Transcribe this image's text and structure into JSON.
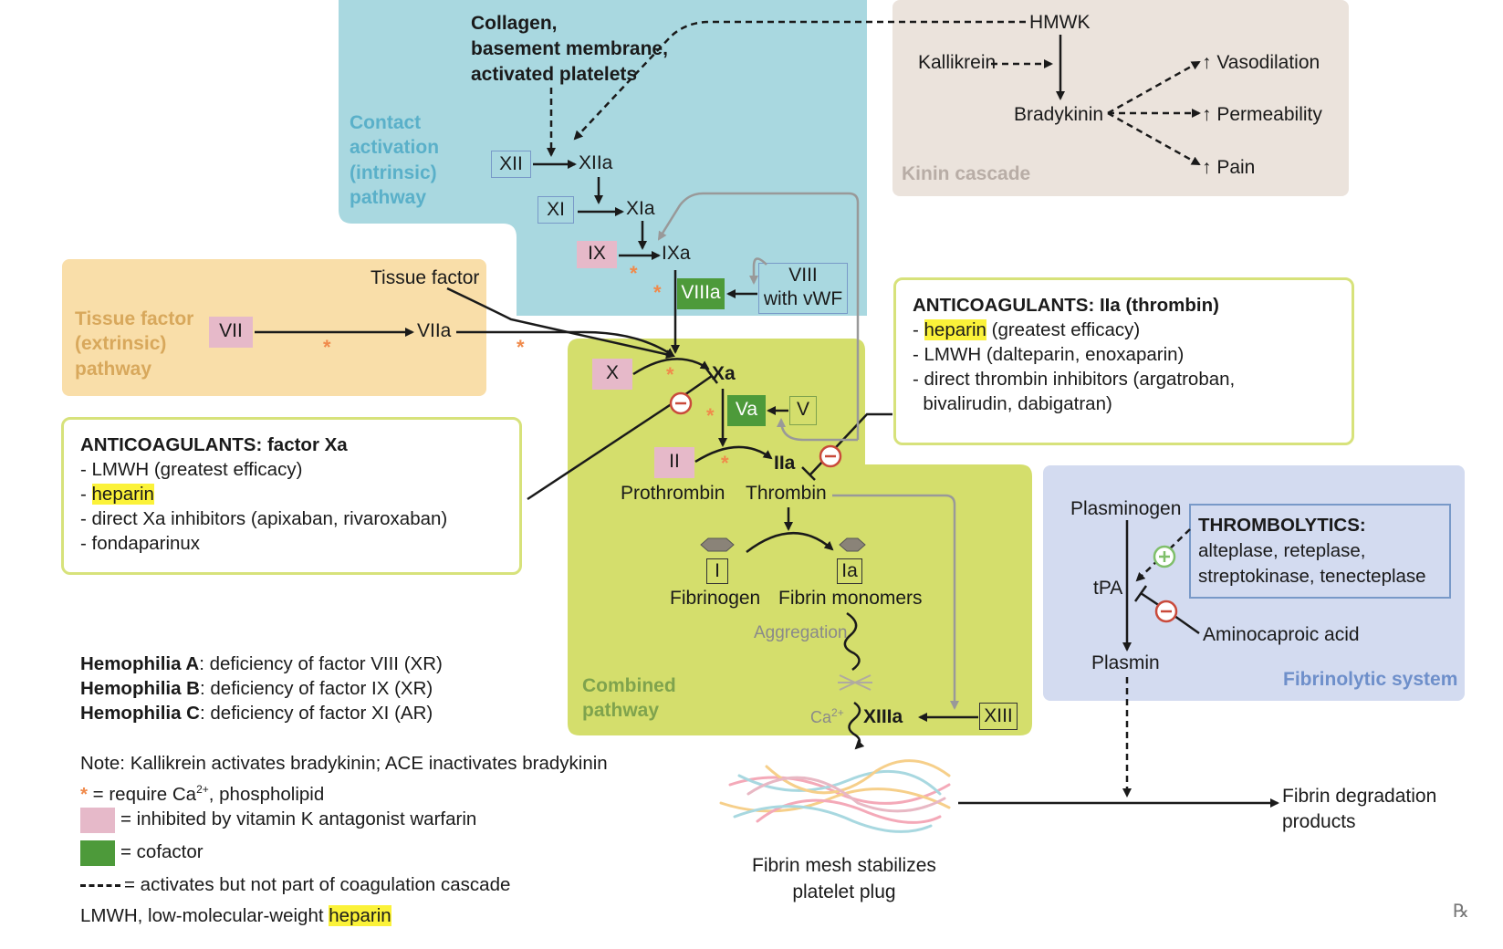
{
  "contact": {
    "title": "Contact\nactivation\n(intrinsic)\npathway",
    "trigger": "Collagen,\nbasement membrane,\nactivated platelets",
    "xii": "XII",
    "xiia": "XIIa",
    "xi": "XI",
    "xia": "XIa",
    "ix": "IX",
    "ixa": "IXa",
    "viiia": "VIIIa",
    "viii": "VIII\nwith vWF"
  },
  "kinin": {
    "title": "Kinin cascade",
    "hmwk": "HMWK",
    "kallikrein": "Kallikrein",
    "bradykinin": "Bradykinin",
    "vasodilation": "↑ Vasodilation",
    "permeability": "↑ Permeability",
    "pain": "↑ Pain"
  },
  "extrinsic": {
    "title": "Tissue factor\n(extrinsic)\npathway",
    "tissue_factor": "Tissue factor",
    "vii": "VII",
    "viia": "VIIa"
  },
  "combined": {
    "title": "Combined\npathway",
    "x": "X",
    "xa": "Xa",
    "va": "Va",
    "v": "V",
    "ii": "II",
    "iia": "IIa",
    "prothrombin": "Prothrombin",
    "thrombin": "Thrombin",
    "i": "I",
    "ia": "Ia",
    "fibrinogen": "Fibrinogen",
    "fibrin_monomers": "Fibrin monomers",
    "aggregation": "Aggregation",
    "ca": "Ca",
    "ca_sup": "2+",
    "xiiia": "XIIIa",
    "xiii": "XIII"
  },
  "anticoag_xa": {
    "title": "ANTICOAGULANTS: factor Xa",
    "items": [
      "- LMWH (greatest efficacy)",
      "- ",
      "heparin",
      "- direct Xa inhibitors (apixaban, rivaroxaban)",
      "- fondaparinux"
    ]
  },
  "anticoag_iia": {
    "title": "ANTICOAGULANTS: IIa (thrombin)",
    "dash": "- ",
    "heparin": "heparin",
    "heparin_rest": " (greatest efficacy)",
    "items": [
      "- LMWH (dalteparin, enoxaparin)",
      "- direct thrombin inhibitors (argatroban,",
      "  bivalirudin, dabigatran)"
    ]
  },
  "fibrinolytic": {
    "title": "Fibrinolytic system",
    "plasminogen": "Plasminogen",
    "tpa": "tPA",
    "plasmin": "Plasmin",
    "thrombolytics_title": "THROMBOLYTICS:",
    "thrombolytics": [
      "alteplase, reteplase,",
      "streptokinase, tenecteplase"
    ],
    "aminocaproic": "Aminocaproic acid",
    "degradation": "Fibrin degradation\nproducts"
  },
  "mesh": {
    "label": "Fibrin mesh stabilizes\nplatelet plug"
  },
  "hemophilia": [
    {
      "name": "Hemophilia A",
      "desc": ": deficiency of factor VIII (XR)"
    },
    {
      "name": "Hemophilia B",
      "desc": ": deficiency of factor IX (XR)"
    },
    {
      "name": "Hemophilia C",
      "desc": ": deficiency of factor XI (AR)"
    }
  ],
  "legend": {
    "note": "Note: Kallikrein activates bradykinin; ACE inactivates bradykinin",
    "star": "*",
    "ca_text": " = require Ca",
    "ca_sup": "2+",
    "ca_rest": ", phospholipid",
    "pink": "= inhibited by vitamin K antagonist warfarin",
    "green": "= cofactor",
    "dashed": "= activates but not part of coagulation cascade",
    "lmwh": "LMWH, low-molecular-weight ",
    "lmwh_hl": "heparin"
  },
  "logo": "℞",
  "colors": {
    "contact_bg": "#a9d8e0",
    "kinin_bg": "#ebe3dc",
    "extrinsic_bg": "#f9dea9",
    "combined_bg": "#d4de6c",
    "fibrinolytic_bg": "#d3dbf0",
    "pink": "#e6b9c9",
    "green": "#4d9a3a",
    "highlight": "#fbf239",
    "star": "#f08a4b"
  }
}
